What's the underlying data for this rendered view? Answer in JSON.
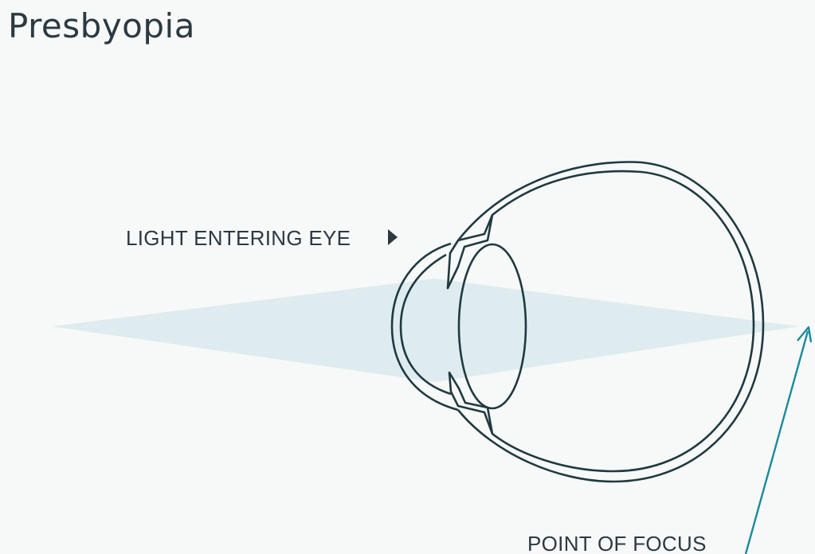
{
  "title": "Presbyopia",
  "labels": {
    "light_entering": "LIGHT ENTERING EYE",
    "point_of_focus": "POINT OF FOCUS"
  },
  "colors": {
    "background": "#f7f8f8",
    "outline": "#1f3a40",
    "light_beam": "#dcebef",
    "focus_arrow": "#1a8a9c",
    "text": "#2b3a42"
  },
  "icons": {
    "light_marker": "triangle-right-icon",
    "focus_marker": "arrow-up-icon"
  }
}
